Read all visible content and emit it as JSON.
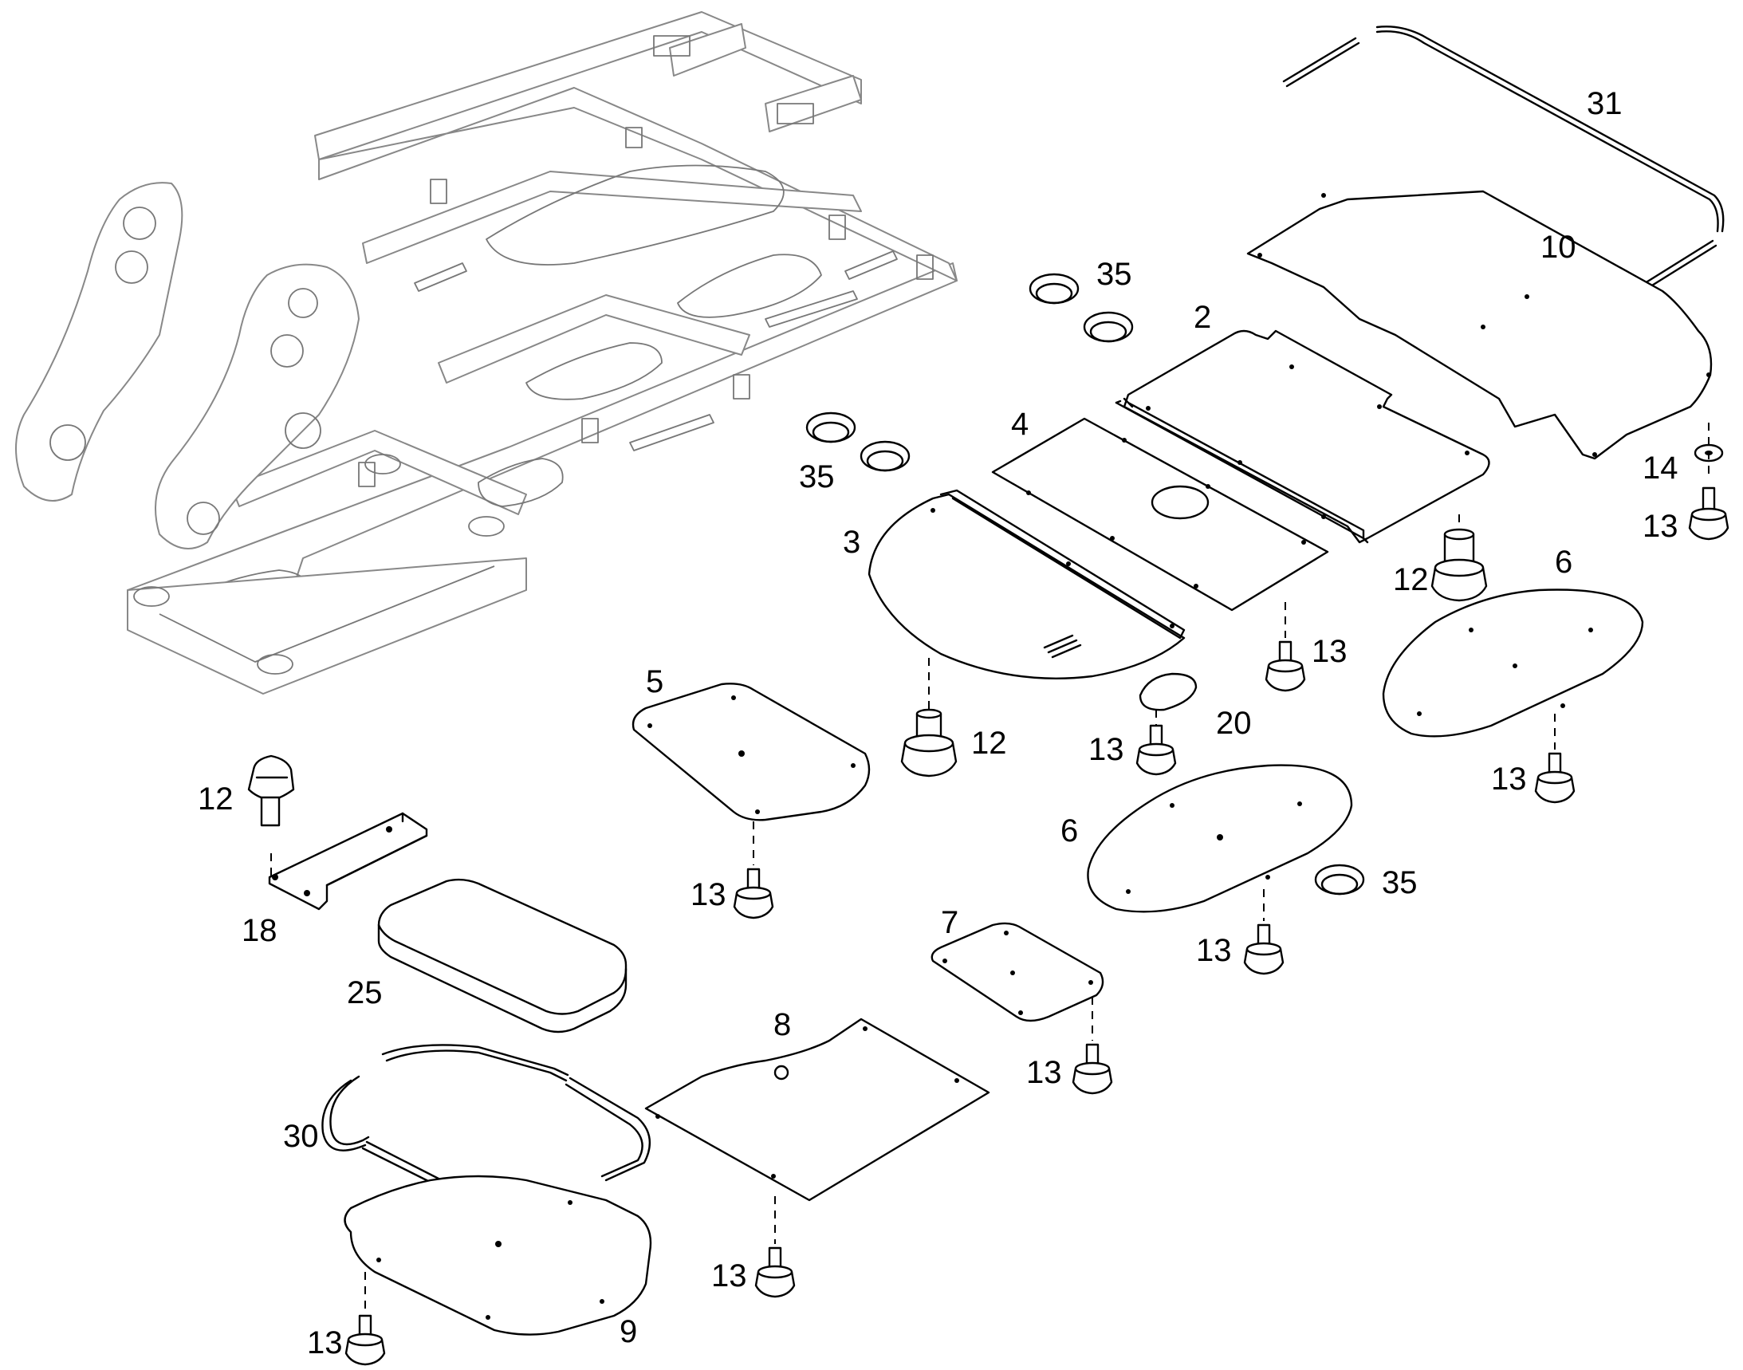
{
  "labels": [
    {
      "id": "label-31",
      "text": "31"
    },
    {
      "id": "label-10",
      "text": "10"
    },
    {
      "id": "label-35a",
      "text": "35"
    },
    {
      "id": "label-35b",
      "text": "35"
    },
    {
      "id": "label-35c",
      "text": "35"
    },
    {
      "id": "label-2",
      "text": "2"
    },
    {
      "id": "label-4",
      "text": "4"
    },
    {
      "id": "label-3",
      "text": "3"
    },
    {
      "id": "label-14",
      "text": "14"
    },
    {
      "id": "label-13a",
      "text": "13"
    },
    {
      "id": "label-12a",
      "text": "12"
    },
    {
      "id": "label-6a",
      "text": "6"
    },
    {
      "id": "label-13b",
      "text": "13"
    },
    {
      "id": "label-12b",
      "text": "12"
    },
    {
      "id": "label-20",
      "text": "20"
    },
    {
      "id": "label-13c",
      "text": "13"
    },
    {
      "id": "label-5",
      "text": "5"
    },
    {
      "id": "label-13d",
      "text": "13"
    },
    {
      "id": "label-6b",
      "text": "6"
    },
    {
      "id": "label-12c",
      "text": "12"
    },
    {
      "id": "label-18",
      "text": "18"
    },
    {
      "id": "label-13e",
      "text": "13"
    },
    {
      "id": "label-13f",
      "text": "13"
    },
    {
      "id": "label-7",
      "text": "7"
    },
    {
      "id": "label-25",
      "text": "25"
    },
    {
      "id": "label-8",
      "text": "8"
    },
    {
      "id": "label-13g",
      "text": "13"
    },
    {
      "id": "label-30",
      "text": "30"
    },
    {
      "id": "label-13h",
      "text": "13"
    },
    {
      "id": "label-13i",
      "text": "13"
    },
    {
      "id": "label-9",
      "text": "9"
    }
  ]
}
